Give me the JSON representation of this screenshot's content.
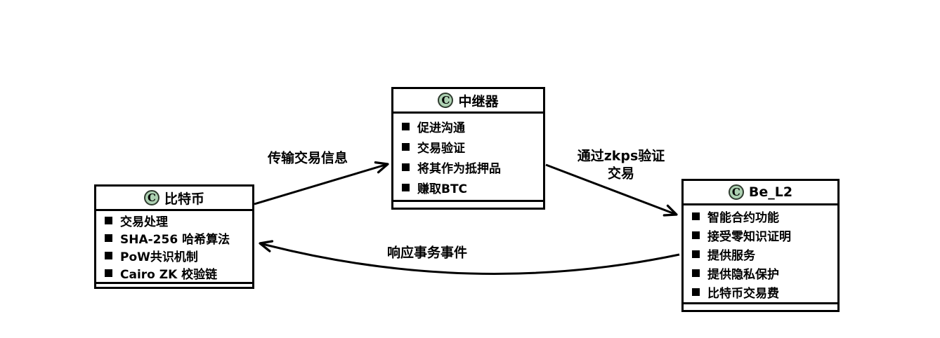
{
  "diagram": {
    "type": "uml-class-diagram",
    "colors": {
      "background": "#ffffff",
      "line": "#000000",
      "text": "#000000",
      "class_icon_bg": "#ADD1B2",
      "class_icon_border": "#2f3b2f"
    },
    "class_icon_letter": "C",
    "classes": [
      {
        "name": "比特币",
        "attributes": [
          "交易处理",
          "SHA-256 哈希算法",
          "PoW共识机制",
          "Cairo ZK 校验链"
        ]
      },
      {
        "name": "中继器",
        "attributes": [
          "促进沟通",
          "交易验证",
          "将其作为抵押品",
          "赚取BTC"
        ]
      },
      {
        "name": "Be_L2",
        "attributes": [
          "智能合约功能",
          "接受零知识证明",
          "提供服务",
          "提供隐私保护",
          "比特币交易费"
        ]
      }
    ],
    "edges": [
      {
        "from": "比特币",
        "to": "中继器",
        "label": "传输交易信息"
      },
      {
        "from": "中继器",
        "to": "Be_L2",
        "label": "通过zkps验证\n交易"
      },
      {
        "from": "Be_L2",
        "to": "比特币",
        "label": "响应事务事件"
      }
    ]
  }
}
